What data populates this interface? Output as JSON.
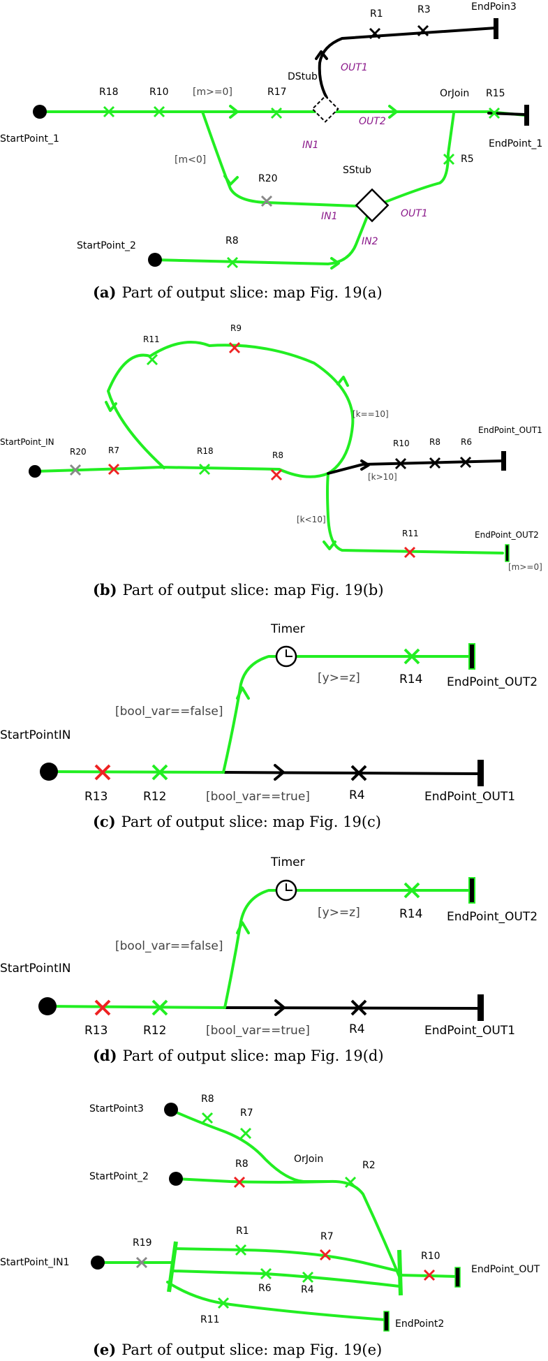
{
  "panel_a": {
    "startpoint_1": "StartPoint_1",
    "startpoint_2": "StartPoint_2",
    "endpoint_1": "EndPoint_1",
    "endpoin3": "EndPoin3",
    "r18": "R18",
    "r10": "R10",
    "r17": "R17",
    "r20": "R20",
    "r8": "R8",
    "r1": "R1",
    "r3": "R3",
    "r15": "R15",
    "r5": "R5",
    "guard_m_ge0": "[m>=0]",
    "guard_m_lt0": "[m<0]",
    "dstub": "DStub",
    "sstub": "SStub",
    "orjoin": "OrJoin",
    "out1_top": "OUT1",
    "out2": "OUT2",
    "in1_top": "IN1",
    "in1_bottom": "IN1",
    "out1_bottom": "OUT1",
    "in2": "IN2",
    "caption_letter": "(a)",
    "caption_text": "Part of output slice: map Fig. 19(a)"
  },
  "panel_b": {
    "startpoint_in": "StartPoint_IN",
    "endpoint_out1": "EndPoint_OUT1",
    "endpoint_out2": "EndPoint_OUT2",
    "r20": "R20",
    "r7": "R7",
    "r18": "R18",
    "r8": "R8",
    "r11_top": "R11",
    "r9": "R9",
    "r10": "R10",
    "r8_right": "R8",
    "r6": "R6",
    "r11_bottom": "R11",
    "guard_k_eq10": "[k==10]",
    "guard_k_gt10": "[k>10]",
    "guard_k_lt10": "[k<10]",
    "guard_m_ge0": "[m>=0]",
    "caption_letter": "(b)",
    "caption_text": "Part of output slice: map Fig. 19(b)"
  },
  "panel_c": {
    "timer": "Timer",
    "startpointin": "StartPointIN",
    "guard_false": "[bool_var==false]",
    "guard_true": "[bool_var==true]",
    "guard_yz": "[y>=z]",
    "r13": "R13",
    "r12": "R12",
    "r4": "R4",
    "r14": "R14",
    "endpoint_out2": "EndPoint_OUT2",
    "endpoint_out1": "EndPoint_OUT1",
    "caption_letter": "(c)",
    "caption_text": "Part of output slice: map Fig. 19(c)"
  },
  "panel_d": {
    "timer": "Timer",
    "startpointin": "StartPointIN",
    "guard_false": "[bool_var==false]",
    "guard_true": "[bool_var==true]",
    "guard_yz": "[y>=z]",
    "r13": "R13",
    "r12": "R12",
    "r4": "R4",
    "r14": "R14",
    "endpoint_out2": "EndPoint_OUT2",
    "endpoint_out1": "EndPoint_OUT1",
    "caption_letter": "(d)",
    "caption_text": "Part of output slice: map Fig. 19(d)"
  },
  "panel_e": {
    "startpoint3": "StartPoint3",
    "startpoint_2": "StartPoint_2",
    "startpoint_in1": "StartPoint_IN1",
    "r8_top": "R8",
    "r7_top": "R7",
    "orjoin": "OrJoin",
    "r8_mid": "R8",
    "r2": "R2",
    "r19": "R19",
    "r1": "R1",
    "r7_mid": "R7",
    "r6": "R6",
    "r4": "R4",
    "r11": "R11",
    "r10": "R10",
    "endpoint_out": "EndPoint_OUT",
    "endpoint2": "EndPoint2",
    "caption_letter": "(e)",
    "caption_text": "Part of output slice: map Fig. 19(e)"
  },
  "colors": {
    "path_green": "#22ee22",
    "path_black": "#000000",
    "cross_red": "#ee2222",
    "cross_grey": "#888888",
    "label_purple": "#8b1a8b"
  }
}
